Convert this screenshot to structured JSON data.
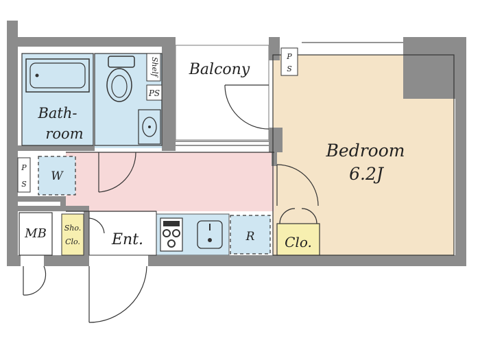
{
  "rooms": {
    "balcony": "Balcony",
    "bathroom_line1": "Bath-",
    "bathroom_line2": "room",
    "bedroom": "Bedroom",
    "bedroom_size": "6.2J",
    "entrance": "Ent.",
    "meter_box": "MB",
    "closet": "Clo.",
    "shoe_closet_line1": "Sho.",
    "shoe_closet_line2": "Clo."
  },
  "fixtures": {
    "shelf": "Shelf",
    "pipe_space": "PS",
    "pipe_space_p": "P",
    "pipe_space_s": "S",
    "washer": "W",
    "refrigerator": "R"
  },
  "colors": {
    "wall": "#8c8c8c",
    "bedroom_floor": "#f5e4c8",
    "corridor_floor": "#f7d9d9",
    "wet_area": "#cfe6f2",
    "closet_fill": "#f7efb0",
    "outline": "#333333"
  }
}
